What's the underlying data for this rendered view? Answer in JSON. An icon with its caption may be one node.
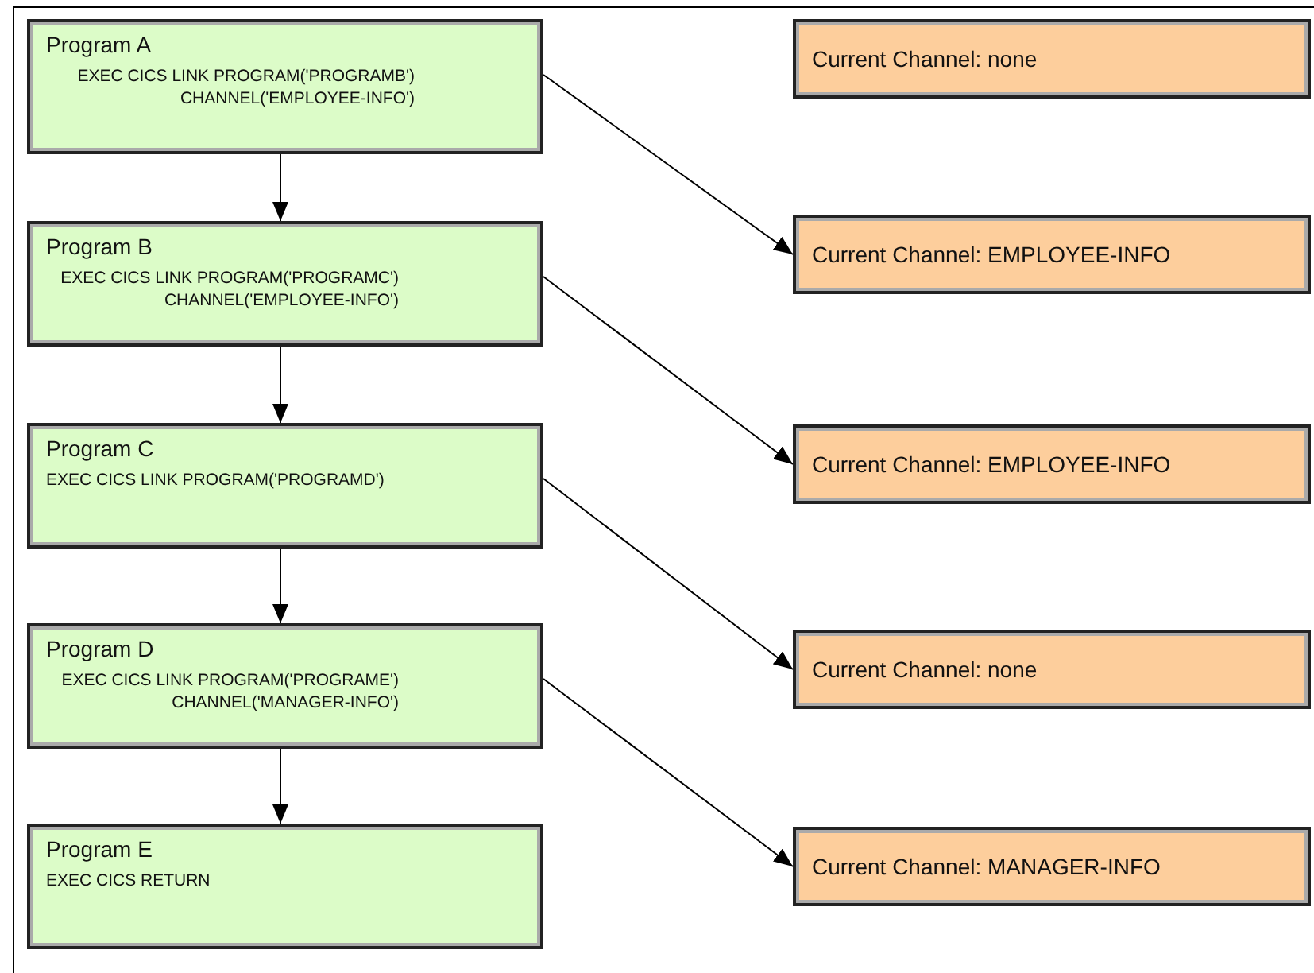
{
  "diagram": {
    "nodes": [
      {
        "text": [
          "Program A",
          "EXEC CICS LINK PROGRAM('PROGRAMB') CHANNEL('EMPLOYEE-INFO')"
        ]
      },
      {
        "text": [
          "Current Channel: none"
        ]
      },
      {
        "text": [
          "Program B",
          "EXEC CICS LINK PROGRAM('PROGRAMC') CHANNEL('EMPLOYEE-INFO')"
        ]
      },
      {
        "text": [
          "Current Channel: EMPLOYEE-INFO"
        ]
      },
      {
        "text": [
          "Program C",
          "EXEC CICS LINK PROGRAM('PROGRAMD')"
        ]
      },
      {
        "text": [
          "Current Channel: EMPLOYEE-INFO"
        ]
      },
      {
        "text": [
          "Program D",
          "EXEC CICS LINK PROGRAM('PROGRAME') CHANNEL('MANAGER-INFO')"
        ]
      },
      {
        "text": [
          "Current Channel: none"
        ]
      },
      {
        "text": [
          "Program E",
          "EXEC CICS RETURN"
        ]
      },
      {
        "text": [
          "Current Channel: MANAGER-INFO"
        ]
      }
    ],
    "edges": [
      {
        "from": 0,
        "to": 2,
        "arrow": "to"
      },
      {
        "from": 0,
        "to": 3,
        "arrow": "to"
      },
      {
        "from": 2,
        "to": 4,
        "arrow": "to"
      },
      {
        "from": 2,
        "to": 5,
        "arrow": "to"
      },
      {
        "from": 4,
        "to": 6,
        "arrow": "to"
      },
      {
        "from": 4,
        "to": 7,
        "arrow": "to"
      },
      {
        "from": 6,
        "to": 8,
        "arrow": "to"
      },
      {
        "from": 6,
        "to": 9,
        "arrow": "to"
      }
    ]
  }
}
